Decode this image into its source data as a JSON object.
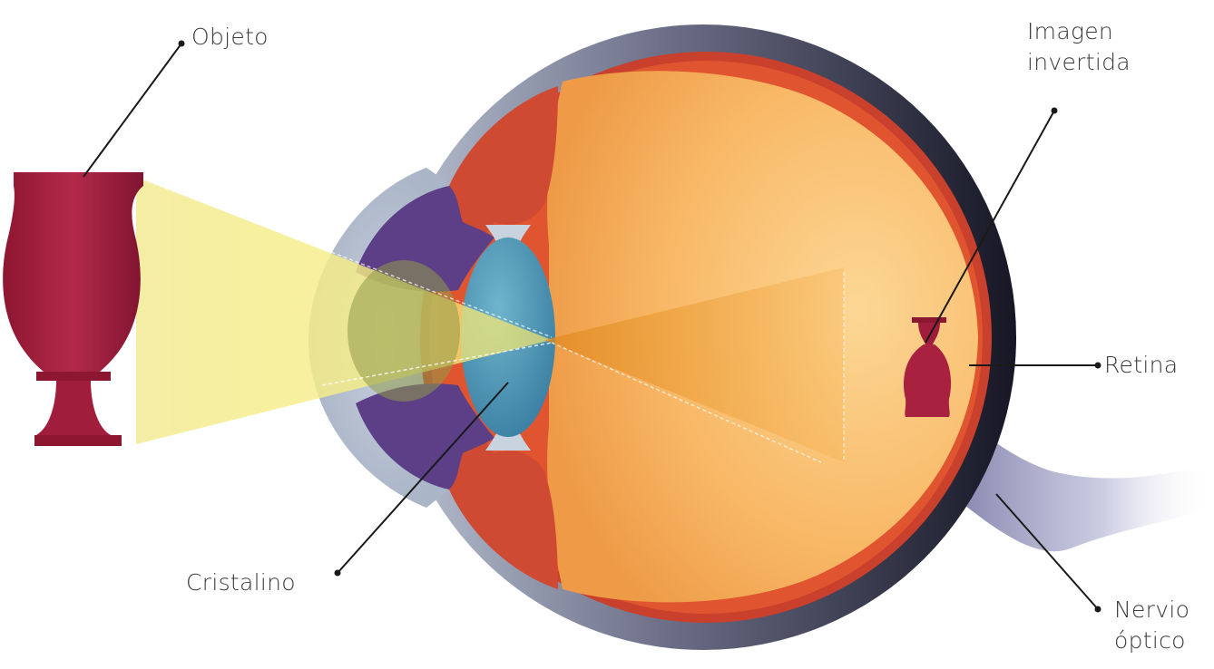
{
  "labels": {
    "object": "Objeto",
    "inverted_image_line1": "Imagen",
    "inverted_image_line2": "invertida",
    "retina": "Retina",
    "lens": "Cristalino",
    "optic_nerve_line1": "Nervio",
    "optic_nerve_line2": "óptico"
  },
  "colors": {
    "vase": "#a01d3c",
    "vitreous": "#f7b25a",
    "lens": "#4f98b5",
    "sclera_dark": "#1d1d2c",
    "choroid": "#c9402c",
    "iris": "#5d3f87",
    "light_cone": "#f6ec8a"
  }
}
